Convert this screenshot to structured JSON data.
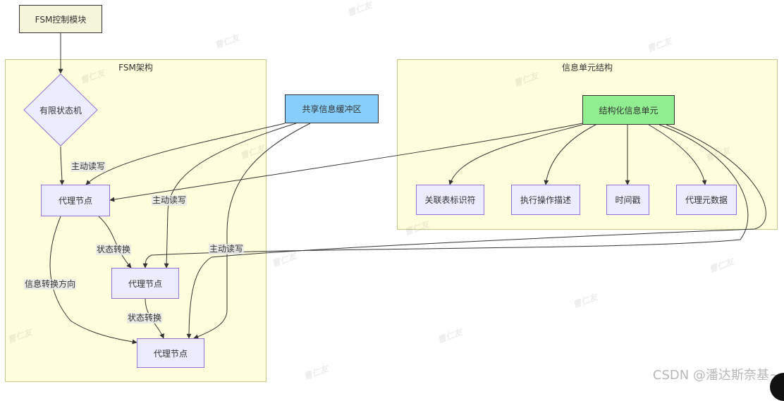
{
  "colors": {
    "node_fill": "#ECECFF",
    "node_border": "#9370DB",
    "cluster_fill": "#ffffde",
    "cluster_border": "#c6c889",
    "control_fill": "#F5F5DC",
    "buffer_fill": "#87CEFA",
    "info_unit_fill": "#90EE90",
    "edge_color": "#333333"
  },
  "nodes": {
    "fsm_control": "FSM控制模块",
    "fsm": "有限状态机",
    "proxy1": "代理节点",
    "proxy2": "代理节点",
    "proxy3": "代理节点",
    "shared_buffer": "共享信息缓冲区",
    "structured_unit": "结构化信息单元",
    "assoc_id": "关联表标识符",
    "op_desc": "执行操作描述",
    "timestamp": "时间戳",
    "proxy_meta": "代理元数据"
  },
  "clusters": {
    "fsm_arch": "FSM架构",
    "info_unit": "信息单元结构"
  },
  "edge_labels": {
    "rw1": "主动读写",
    "rw2": "主动读写",
    "rw3": "主动读写",
    "state1": "状态转换",
    "state2": "状态转换",
    "info_dir": "信息转换方向"
  },
  "watermark": "曹仁友",
  "credit": "CSDN @潘达斯奈基~"
}
